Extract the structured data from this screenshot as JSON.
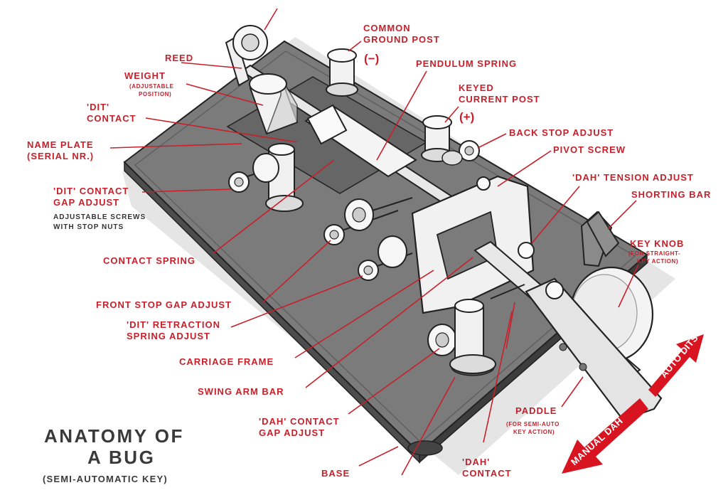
{
  "title": {
    "line1": "ANATOMY OF",
    "line2": "A BUG",
    "subtitle": "(SEMI-AUTOMATIC KEY)"
  },
  "labels": {
    "common_ground_post": {
      "line1": "COMMON",
      "line2": "GROUND POST",
      "sign": "(−)"
    },
    "reed": "REED",
    "weight": {
      "main": "WEIGHT",
      "sub1": "(ADJUSTABLE",
      "sub2": "POSITION)"
    },
    "pendulum_spring": "PENDULUM SPRING",
    "keyed_current_post": {
      "line1": "KEYED",
      "line2": "CURRENT POST",
      "sign": "(+)"
    },
    "dit_contact": {
      "line1": "'DIT'",
      "line2": "CONTACT"
    },
    "back_stop_adjust": "BACK STOP ADJUST",
    "name_plate": {
      "line1": "NAME PLATE",
      "line2": "(SERIAL NR.)"
    },
    "pivot_screw": "PIVOT SCREW",
    "dah_tension_adjust": "'DAH' TENSION ADJUST",
    "dit_contact_gap_adjust": {
      "line1": "'DIT' CONTACT",
      "line2": "GAP ADJUST"
    },
    "adjustable_screws_note": {
      "line1": "ADJUSTABLE SCREWS",
      "line2": "WITH STOP NUTS"
    },
    "shorting_bar": "SHORTING BAR",
    "key_knob": {
      "main": "KEY KNOB",
      "sub1": "(FOR STRAIGHT-",
      "sub2": "KEY ACTION)"
    },
    "contact_spring": "CONTACT SPRING",
    "front_stop_gap_adjust": "FRONT STOP GAP ADJUST",
    "dit_retraction_spring_adjust": {
      "line1": "'DIT' RETRACTION",
      "line2": "SPRING ADJUST"
    },
    "carriage_frame": "CARRIAGE FRAME",
    "swing_arm_bar": "SWING ARM BAR",
    "dah_contact_gap_adjust": {
      "line1": "'DAH' CONTACT",
      "line2": "GAP ADJUST"
    },
    "paddle": {
      "main": "PADDLE",
      "sub1": "(FOR SEMI-AUTO",
      "sub2": "KEY ACTION)"
    },
    "base": "BASE",
    "dah_contact": {
      "line1": "'DAH'",
      "line2": "CONTACT"
    }
  },
  "arrows": {
    "auto_dits": "AUTO DITS",
    "manual_dah": "MANUAL DAH"
  },
  "colors": {
    "accent": "#c8202a",
    "base_top": "#7b7b7b",
    "base_side": "#4d4d4d",
    "shadow": "#e4e4e4",
    "metal": "#f2f2f2",
    "ink": "#222222"
  }
}
